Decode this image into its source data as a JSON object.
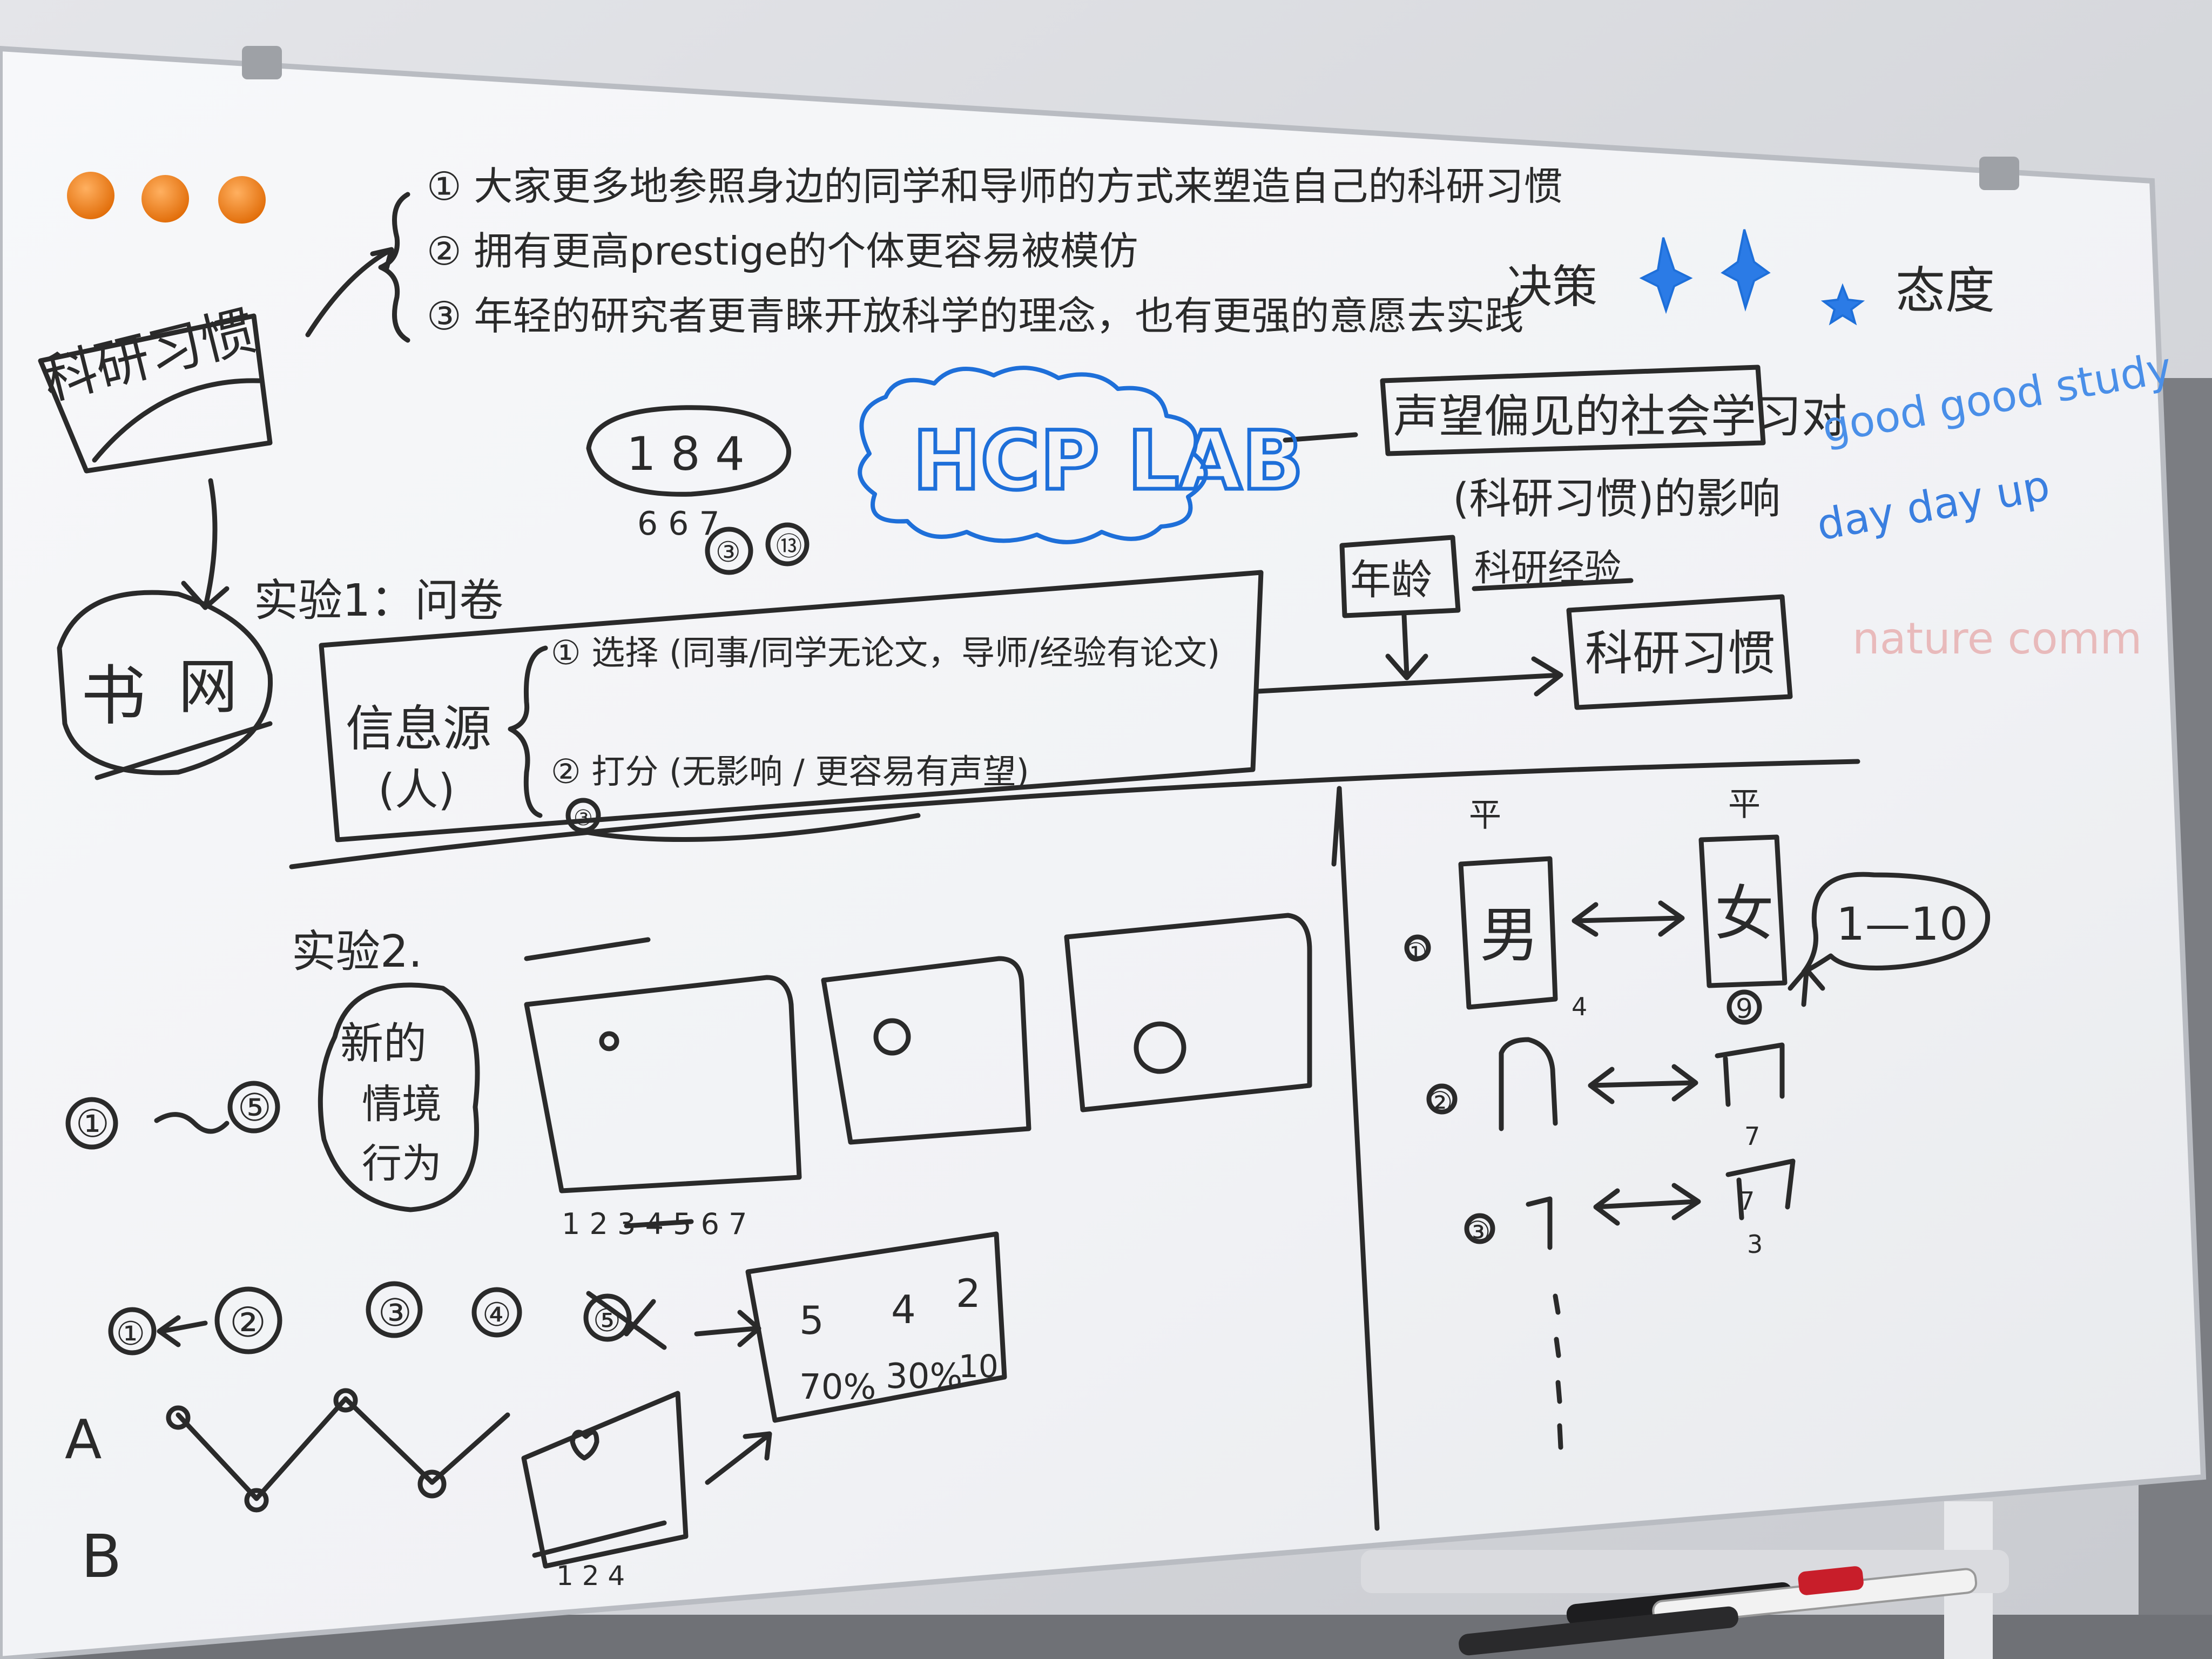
{
  "colors": {
    "board": "#f3f4f6",
    "wall": "#d9dadf",
    "ink": "#2a2a2a",
    "blue_ink": "#1e6fd9",
    "light_blue_ink": "#4a8fe8",
    "red_ink": "#e08080",
    "magnet": "#f07c12"
  },
  "topic": {
    "header": "科研习惯",
    "points": [
      "① 大家更多地参照身边的同学和导师的方式来塑造自己的科研习惯",
      "② 拥有更高prestige的个体更容易被模仿",
      "③ 年轻的研究者更青睐开放科学的理念，也有更强的意愿去实践"
    ]
  },
  "top_right": {
    "word_left": "决策",
    "word_right": "态度",
    "good_study": "good good study",
    "day_up": "day day up",
    "faded": "nature comm"
  },
  "hcp_lab": "HCP LAB",
  "hypothesis": {
    "line1": "声望偏见的社会学习对",
    "line2": "(科研习惯)的影响"
  },
  "age_box": "年龄",
  "research_exp": "科研经验",
  "habit_box": "科研习惯",
  "numbers_cloud": "1 8 4",
  "numbers_cloud_sub": "6 6 7",
  "circled_small": [
    "③",
    "⑬"
  ],
  "shu_wang": [
    "书",
    "网"
  ],
  "experiment1": {
    "title": "实验1：问卷",
    "source_label": "信息源",
    "source_sub": "(人)",
    "choose": "① 选择 (同事/同学无论文，导师/经验有论文)",
    "rate": "② 打分 (无影响 / 更容易有声望)",
    "mark": "③"
  },
  "experiment2": {
    "title": "实验2.",
    "cloud": [
      "新的",
      "情境",
      "行为"
    ],
    "range_start": "①",
    "range_end": "⑤",
    "box_label": "1 2 3 4 5 6 7",
    "sequence": [
      "①",
      "②",
      "③",
      "④",
      "⑤"
    ],
    "result_top": [
      "5",
      "4",
      "2"
    ],
    "result_bottom": [
      "70%",
      "30%",
      "10"
    ],
    "small_box_label": "1 2 4",
    "rows": [
      "A",
      "B"
    ]
  },
  "right_panel": {
    "label_top": [
      "平",
      "平"
    ],
    "male": "男",
    "female": "女",
    "scale": "1—10",
    "row_marks": [
      "①",
      "②",
      "③"
    ],
    "badge": "9",
    "small_marks": [
      "4",
      "7",
      "7",
      "3"
    ]
  }
}
